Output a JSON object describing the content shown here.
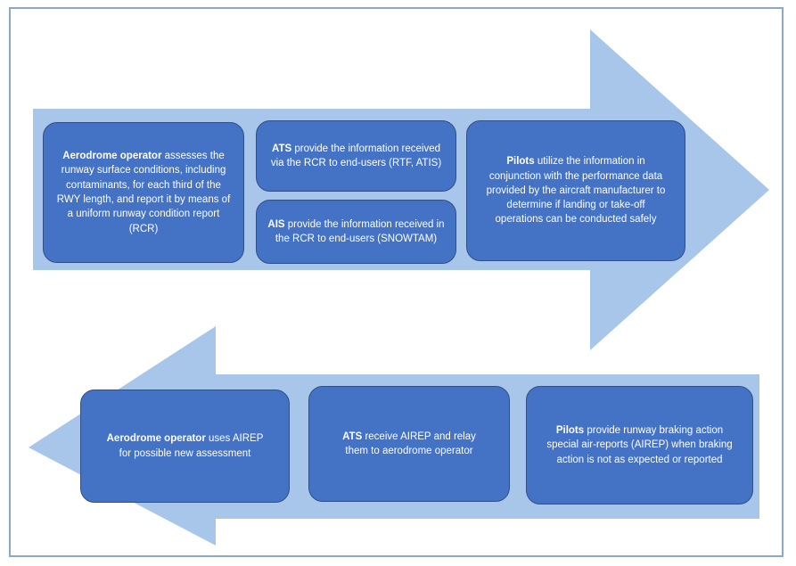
{
  "colors": {
    "arrow_fill": "#a8c6ea",
    "box_fill": "#4472c4",
    "box_border": "#2f4f8a",
    "frame_border": "#8ea7c4"
  },
  "top_row": {
    "box1": {
      "bold": "Aerodrome operator",
      "text": " assesses the runway surface conditions, including contaminants, for each third of the RWY length, and report it by means of a uniform runway condition report (RCR)"
    },
    "box2": {
      "bold": "ATS",
      "text": " provide the information received via the RCR to end-users (RTF, ATIS)"
    },
    "box3": {
      "bold": "AIS",
      "text": " provide the information received in the RCR to end-users (SNOWTAM)"
    },
    "box4": {
      "bold": "Pilots",
      "text": " utilize the information in conjunction with the performance data provided by the aircraft manufacturer to determine if landing or take-off operations can be conducted safely"
    }
  },
  "bottom_row": {
    "box5": {
      "bold": "Aerodrome operator",
      "text": " uses AIREP for possible new assessment"
    },
    "box6": {
      "bold": "ATS",
      "text": " receive AIREP and relay them to aerodrome operator"
    },
    "box7": {
      "bold": "Pilots",
      "text": " provide runway braking action special air-reports (AIREP) when braking action is not as expected or reported"
    }
  }
}
